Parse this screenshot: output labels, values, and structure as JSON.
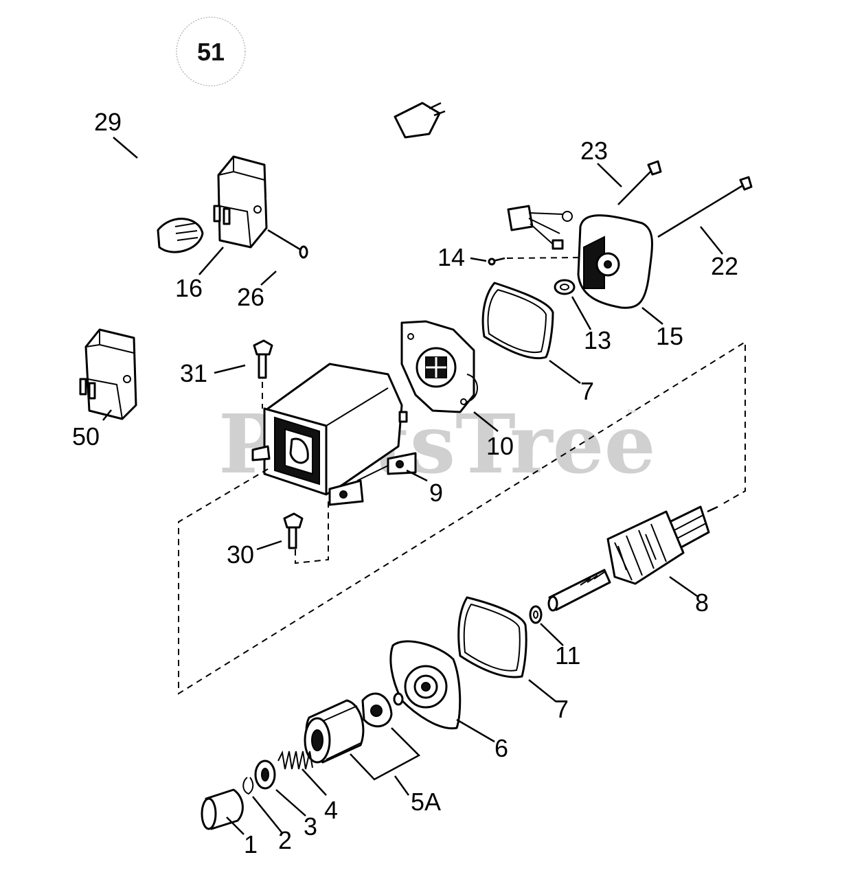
{
  "diagram": {
    "page_number": "51",
    "watermark": "PartsTree",
    "watermark_mark": "™",
    "labels": {
      "p1": "1",
      "p2": "2",
      "p3": "3",
      "p4": "4",
      "p5a": "5A",
      "p6": "6",
      "p7a": "7",
      "p7b": "7",
      "p8": "8",
      "p9": "9",
      "p10": "10",
      "p11": "11",
      "p13": "13",
      "p14": "14",
      "p15": "15",
      "p16": "16",
      "p22": "22",
      "p23": "23",
      "p26": "26",
      "p29": "29",
      "p30": "30",
      "p31": "31",
      "p50": "50"
    }
  }
}
